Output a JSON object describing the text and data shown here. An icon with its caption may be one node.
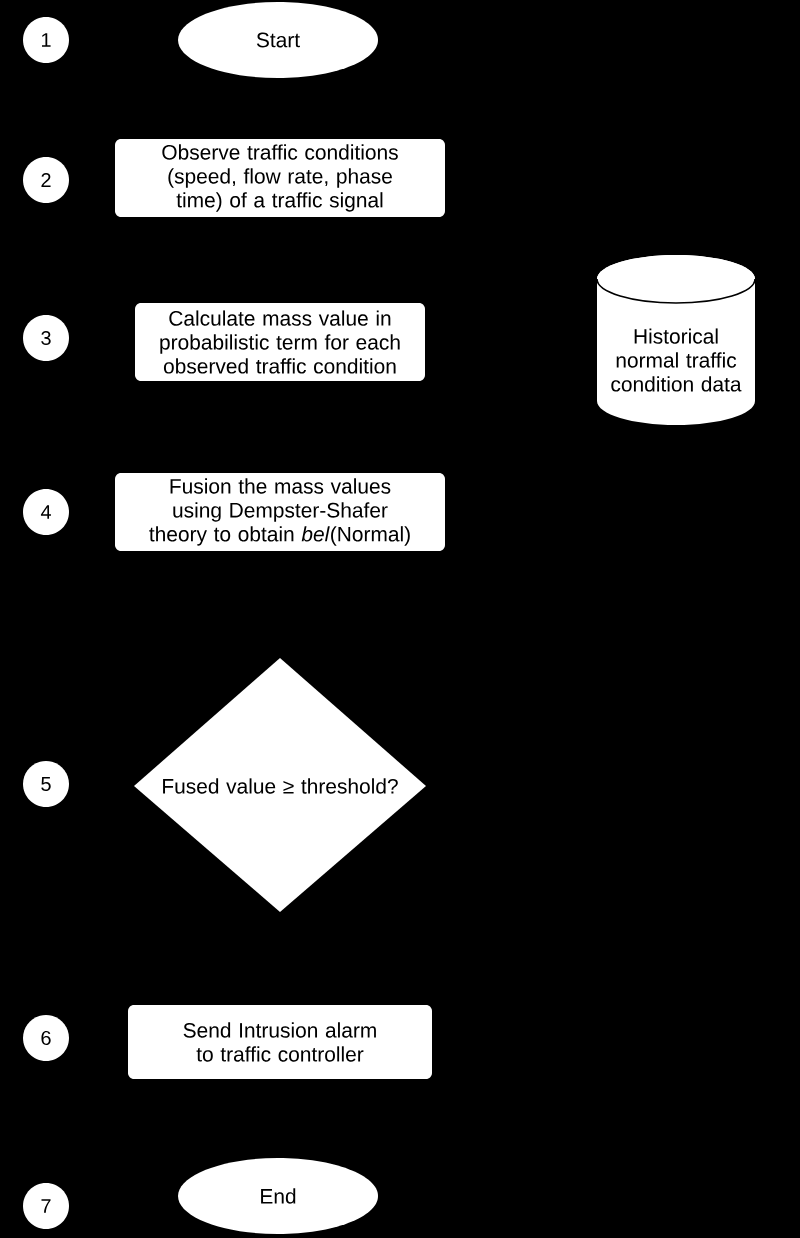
{
  "diagram": {
    "nodes": [
      {
        "text": [
          "1"
        ]
      },
      {
        "text": [
          "Start"
        ]
      },
      {
        "text": [
          "2"
        ]
      },
      {
        "text": [
          "Observe traffic conditions (speed, flow rate, phase time) of a traffic signal"
        ]
      },
      {
        "text": [
          "3"
        ]
      },
      {
        "text": [
          "Calculate mass value in probabilistic term for each observed traffic condition"
        ]
      },
      {
        "text": [
          "Historical normal traffic condition data"
        ]
      },
      {
        "text": [
          "4"
        ]
      },
      {
        "text": [
          "Fusion the mass values using Dempster-Shafer theory to obtain *bel*(Normal)"
        ]
      },
      {
        "text": [
          "5"
        ]
      },
      {
        "text": [
          "Fused value ≥ threshold?"
        ]
      },
      {
        "text": [
          "6"
        ]
      },
      {
        "text": [
          "Send Intrusion alarm to traffic controller"
        ]
      },
      {
        "text": [
          "7"
        ]
      },
      {
        "text": [
          "End"
        ]
      }
    ]
  }
}
